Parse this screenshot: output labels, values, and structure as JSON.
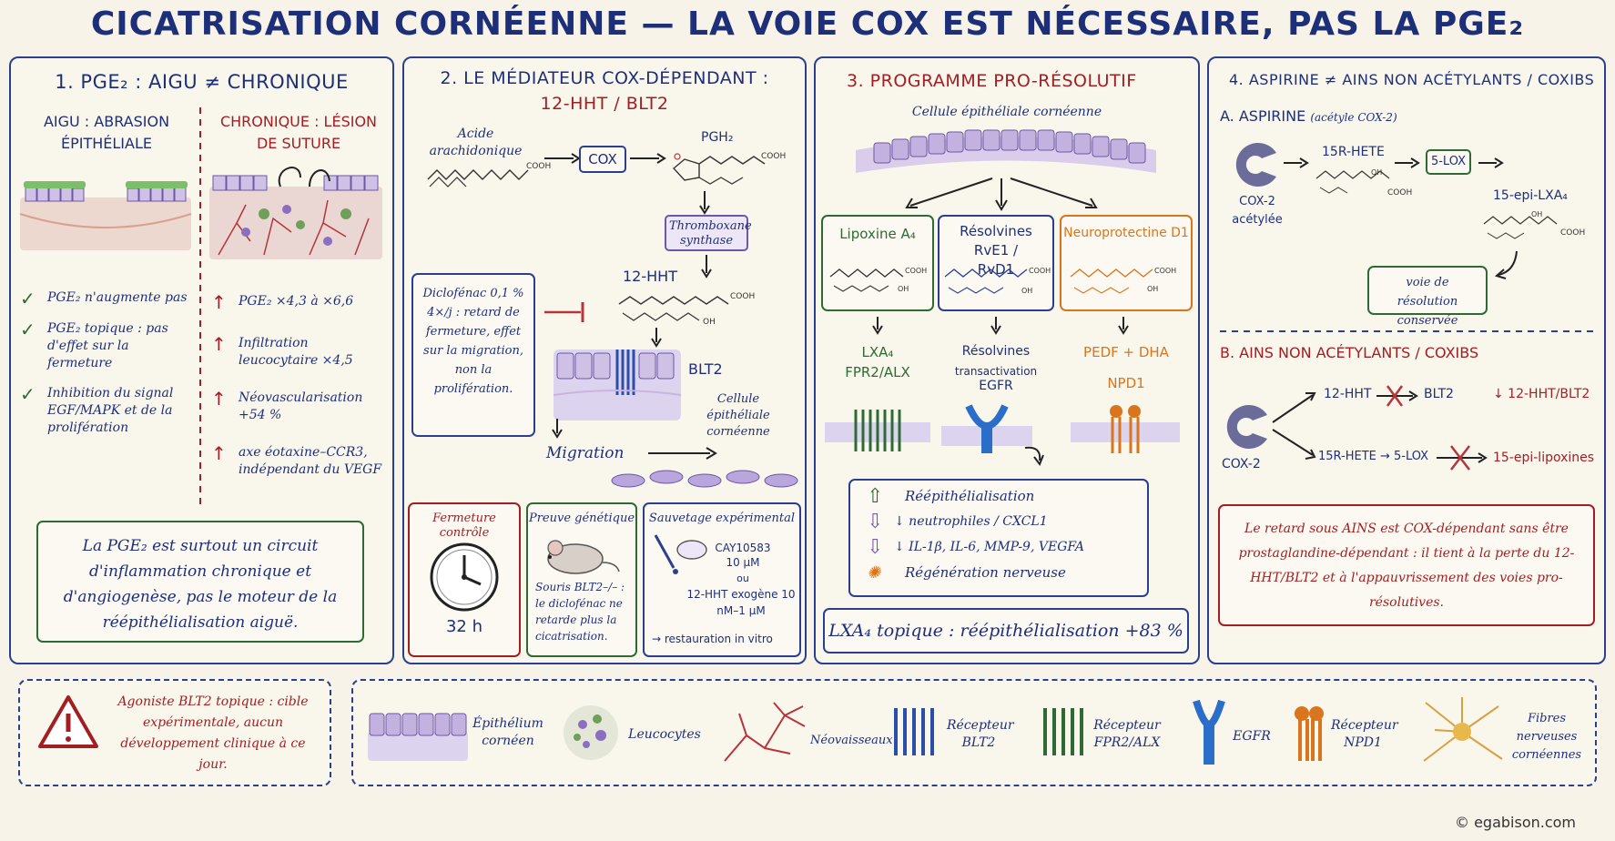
{
  "title": "CICATRISATION CORNÉENNE — LA VOIE COX EST NÉCESSAIRE, PAS LA PGE₂",
  "colors": {
    "navy": "#1e2f7a",
    "red": "#a31e22",
    "green": "#2e6b34",
    "orange": "#d8751d",
    "purple": "#7a5aa8"
  },
  "panel1": {
    "title": "1. PGE₂ : AIGU ≠ CHRONIQUE",
    "acute_label": "AIGU : ABRASION ÉPITHÉLIALE",
    "chronic_label": "CHRONIQUE : LÉSION DE SUTURE",
    "acute_items": [
      "PGE₂ n'augmente pas",
      "PGE₂ topique : pas d'effet sur la fermeture",
      "Inhibition du signal EGF/MAPK et de la prolifération"
    ],
    "chronic_items": [
      "PGE₂ ×4,3 à ×6,6",
      "Infiltration leucocytaire ×4,5",
      "Néovascularisation +54 %",
      "axe éotaxine–CCR3, indépendant du VEGF"
    ],
    "conclusion": "La PGE₂ est surtout un circuit d'inflammation chronique et d'angiogenèse, pas le moteur de la réépithélialisation aiguë."
  },
  "panel2": {
    "title_line1": "2. LE MÉDIATEUR COX-DÉPENDANT :",
    "title_line2": "12-HHT / BLT2",
    "arachidonic": "Acide arachidonique",
    "cox": "COX",
    "pgh2": "PGH₂",
    "thromboxane": "Thromboxane synthase",
    "hht": "12-HHT",
    "blt2": "BLT2",
    "cell_label": "Cellule épithéliale cornéenne",
    "migration": "Migration",
    "diclofenac": "Diclofénac 0,1 % 4×/j : retard de fermeture, effet sur la migration, non la prolifération.",
    "closure_title": "Fermeture contrôle",
    "closure_value": "32 h",
    "genetic_title": "Preuve génétique",
    "genetic_text": "Souris BLT2–/– : le diclofénac ne retarde plus la cicatrisation.",
    "rescue_title": "Sauvetage expérimental",
    "rescue_line1": "CAY10583 10 µM",
    "rescue_or": "ou",
    "rescue_line2": "12-HHT exogène 10 nM–1 µM",
    "rescue_result": "→ restauration in vitro"
  },
  "panel3": {
    "title": "3. PROGRAMME PRO-RÉSOLUTIF",
    "cell_label": "Cellule épithéliale cornéenne",
    "lipoxin": "Lipoxine A₄",
    "resolvins": "Résolvines RvE1 / RvD1",
    "npd": "Neuroprotectine D1",
    "lxa4": "LXA₄",
    "fpr2": "FPR2/ALX",
    "resolvin_effect": "Résolvines",
    "transactivation": "transactivation",
    "egfr": "EGFR",
    "pedf": "PEDF + DHA",
    "npd1": "NPD1",
    "effects": [
      "Réépithélialisation",
      "↓ neutrophiles / CXCL1",
      "↓ IL-1β, IL-6, MMP-9, VEGFA",
      "Régénération nerveuse"
    ],
    "result": "LXA₄ topique : réépithélialisation +83 %"
  },
  "panel4": {
    "title": "4. ASPIRINE ≠ AINS NON ACÉTYLANTS / COXIBS",
    "a_title": "A. ASPIRINE",
    "a_sub": "(acétyle COX-2)",
    "cox2_acetyl": "COX-2 acétylée",
    "hete": "15R-HETE",
    "lox": "5-LOX",
    "epi_lxa4": "15-epi-LXA₄",
    "preserved": "voie de résolution conservée",
    "b_title": "B. AINS NON ACÉTYLANTS / COXIBS",
    "cox2": "COX-2",
    "hht": "12-HHT",
    "blt2": "BLT2",
    "down_hht": "↓ 12-HHT/BLT2",
    "hete_lox": "15R-HETE → 5-LOX",
    "epi_lipoxins": "15-epi-lipoxines",
    "conclusion": "Le retard sous AINS est COX-dépendant sans être prostaglandine-dépendant : il tient à la perte du 12-HHT/BLT2 et à l'appauvrissement des voies pro-résolutives."
  },
  "warning": "Agoniste BLT2 topique : cible expérimentale, aucun développement clinique à ce jour.",
  "legend": [
    "Épithélium cornéen",
    "Leucocytes",
    "Néovaisseaux",
    "Récepteur BLT2",
    "Récepteur FPR2/ALX",
    "EGFR",
    "Récepteur NPD1",
    "Fibres nerveuses cornéennes"
  ],
  "copyright": "© egabison.com"
}
